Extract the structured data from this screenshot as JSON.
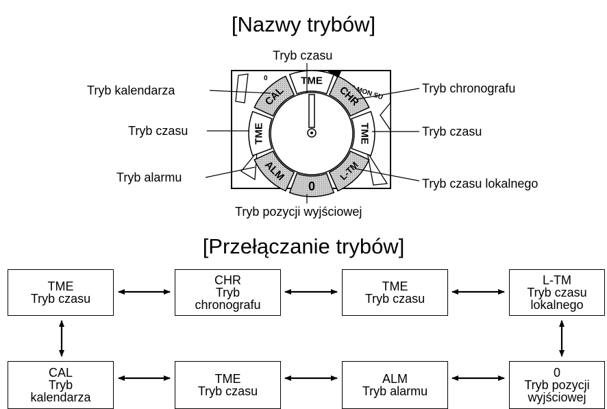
{
  "titles": {
    "mode_names": "[Nazwy trybów]",
    "mode_switching": "[Przełączanie trybów]"
  },
  "callouts": {
    "top": "Tryb czasu",
    "calendar": "Tryb kalendarza",
    "left_time": "Tryb czasu",
    "alarm": "Tryb alarmu",
    "chrono": "Tryb chronografu",
    "right_time": "Tryb czasu",
    "local_time": "Tryb czasu lokalnego",
    "home_position": "Tryb pozycji wyjściowej"
  },
  "dial": {
    "segments": [
      "TME",
      "CHR",
      "TME",
      "L-TM",
      "0",
      "ALM",
      "TME",
      "CAL"
    ],
    "top_right_text": "TUE MON SU",
    "top_left_text": "0"
  },
  "flow": {
    "row1": [
      {
        "code": "TME",
        "lines": [
          "Tryb czasu"
        ]
      },
      {
        "code": "CHR",
        "lines": [
          "Tryb",
          "chronografu"
        ]
      },
      {
        "code": "TME",
        "lines": [
          "Tryb czasu"
        ]
      },
      {
        "code": "L-TM",
        "lines": [
          "Tryb czasu",
          "lokalnego"
        ]
      }
    ],
    "row2": [
      {
        "code": "CAL",
        "lines": [
          "Tryb",
          "kalendarza"
        ]
      },
      {
        "code": "TME",
        "lines": [
          "Tryb czasu"
        ]
      },
      {
        "code": "ALM",
        "lines": [
          "Tryb alarmu"
        ]
      },
      {
        "code": "0",
        "lines": [
          "Tryb pozycji",
          "wyjściowej"
        ]
      }
    ]
  }
}
